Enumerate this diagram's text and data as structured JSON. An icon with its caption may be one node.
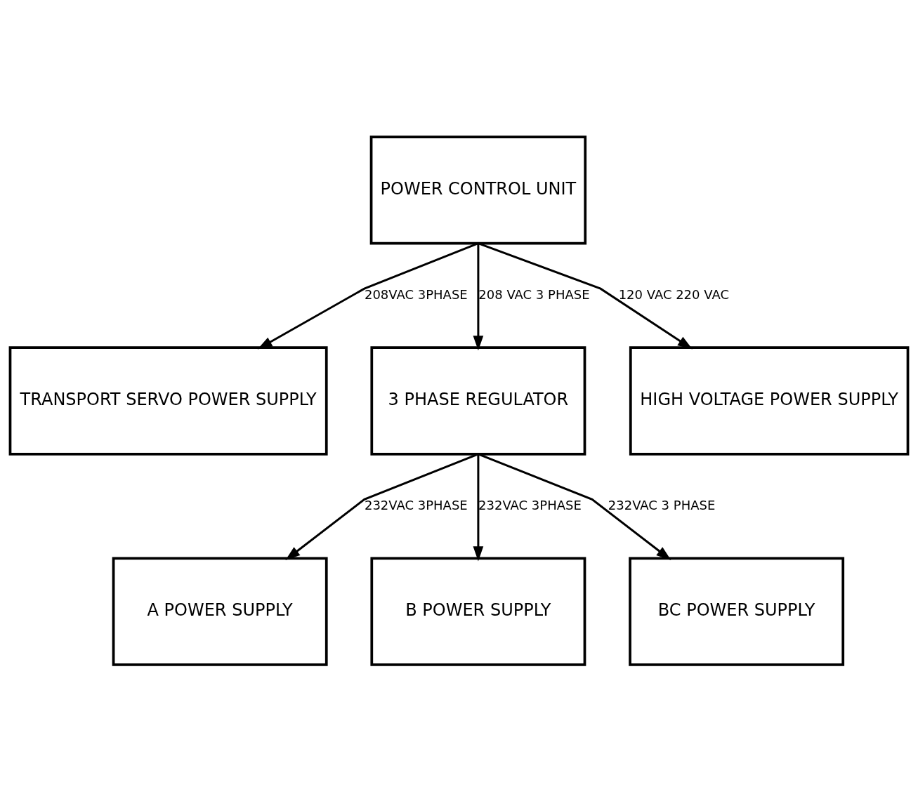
{
  "diagram": {
    "nodes": [
      {
        "text": [
          "POWER CONTROL UNIT"
        ]
      },
      {
        "text": [
          "TRANSPORT SERVO POWER SUPPLY"
        ]
      },
      {
        "text": [
          "3 PHASE REGULATOR"
        ]
      },
      {
        "text": [
          "HIGH VOLTAGE POWER SUPPLY"
        ]
      },
      {
        "text": [
          "A POWER SUPPLY"
        ]
      },
      {
        "text": [
          "B POWER SUPPLY"
        ]
      },
      {
        "text": [
          "BC POWER SUPPLY"
        ]
      }
    ],
    "edges": [
      {
        "from": 0,
        "to": 1,
        "arrow": "to",
        "label": "208VAC 3PHASE"
      },
      {
        "from": 0,
        "to": 2,
        "arrow": "to",
        "label": "208 VAC 3 PHASE"
      },
      {
        "from": 0,
        "to": 3,
        "arrow": "to",
        "label": "120 VAC 220 VAC"
      },
      {
        "from": 2,
        "to": 4,
        "arrow": "to",
        "label": "232VAC 3PHASE"
      },
      {
        "from": 2,
        "to": 5,
        "arrow": "to",
        "label": "232VAC 3PHASE"
      },
      {
        "from": 2,
        "to": 6,
        "arrow": "to",
        "label": "232VAC 3 PHASE"
      }
    ]
  }
}
